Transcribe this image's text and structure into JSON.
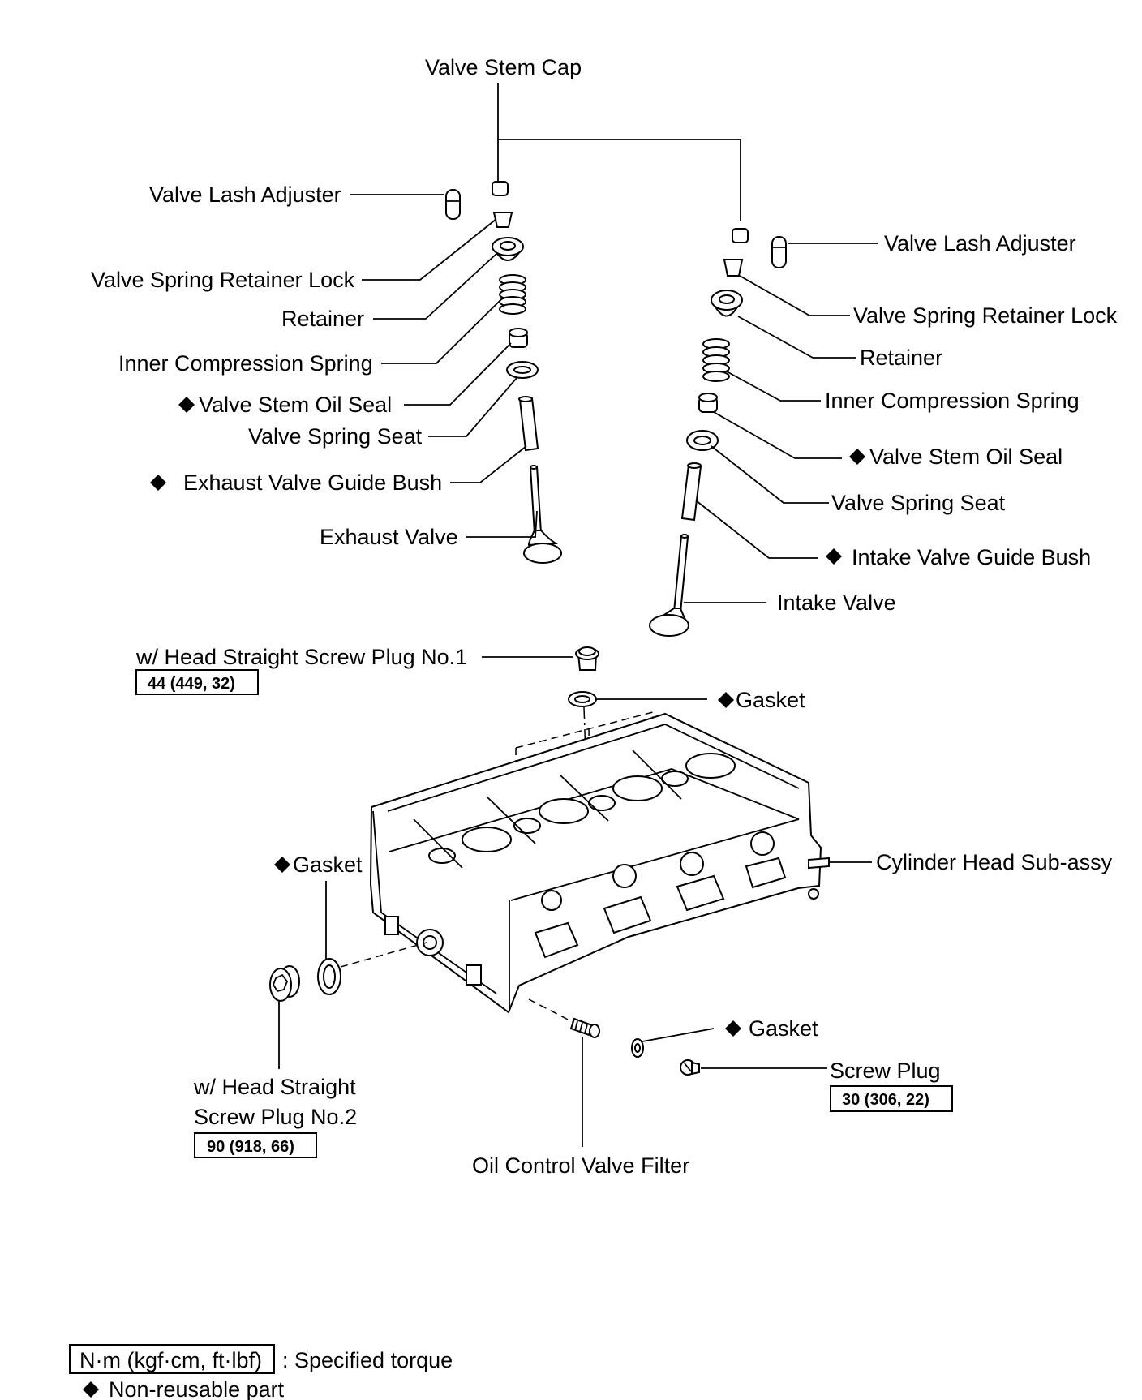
{
  "labels": {
    "valve_stem_cap": "Valve Stem Cap",
    "left": {
      "lash_adjuster": "Valve Lash Adjuster",
      "retainer_lock": "Valve Spring Retainer Lock",
      "retainer": "Retainer",
      "inner_spring": "Inner Compression Spring",
      "oil_seal": "Valve Stem Oil Seal",
      "spring_seat": "Valve Spring Seat",
      "guide_bush": "Exhaust Valve Guide Bush",
      "valve": "Exhaust Valve"
    },
    "right": {
      "lash_adjuster": "Valve Lash Adjuster",
      "retainer_lock": "Valve Spring Retainer Lock",
      "retainer": "Retainer",
      "inner_spring": "Inner Compression Spring",
      "oil_seal": "Valve Stem Oil Seal",
      "spring_seat": "Valve Spring Seat",
      "guide_bush": "Intake Valve Guide Bush",
      "valve": "Intake Valve"
    },
    "plug_no1": "w/ Head Straight Screw Plug No.1",
    "plug_no1_torque": "44 (449, 32)",
    "gasket_top": "Gasket",
    "cylinder_head": "Cylinder Head  Sub-assy",
    "gasket_left": "Gasket",
    "plug_no2_line1": "w/ Head Straight",
    "plug_no2_line2": "Screw Plug No.2",
    "plug_no2_torque": "90 (918, 66)",
    "oil_control_filter": "Oil Control Valve Filter",
    "gasket_right": "Gasket",
    "screw_plug": "Screw Plug",
    "screw_plug_torque": "30 (306, 22)"
  },
  "legend": {
    "torque_unit": "N·m (kgf·cm, ft·lbf)",
    "torque_desc": ": Specified torque",
    "nonreusable": "Non-reusable part"
  },
  "icons": {
    "nonreusable_marker": "diamond-icon"
  }
}
